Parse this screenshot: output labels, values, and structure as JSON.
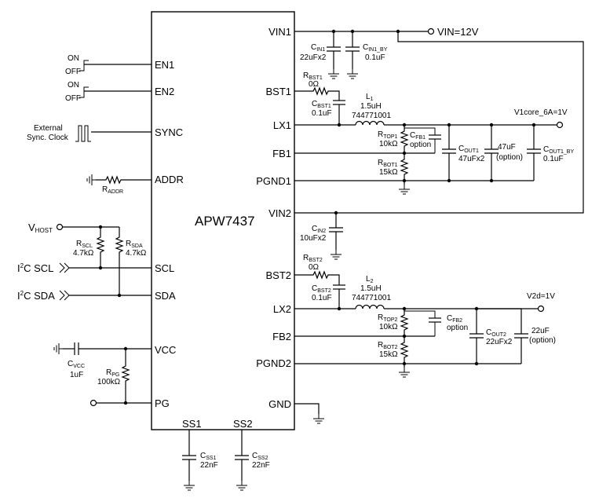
{
  "chip": {
    "name": "APW7437",
    "left_pins": [
      "EN1",
      "EN2",
      "SYNC",
      "ADDR",
      "SCL",
      "SDA",
      "VCC",
      "PG"
    ],
    "right_pins": [
      "VIN1",
      "BST1",
      "LX1",
      "FB1",
      "PGND1",
      "VIN2",
      "BST2",
      "LX2",
      "FB2",
      "PGND2",
      "GND"
    ],
    "bottom_pins": [
      "SS1",
      "SS2"
    ]
  },
  "labels": {
    "vin": "VIN=12V",
    "v1core": "V1core_6A=1V",
    "v2d": "V2d=1V",
    "on": "ON",
    "off": "OFF",
    "ext_sync_1": "External",
    "ext_sync_2": "Sync. Clock",
    "vhost_main": "V",
    "vhost_sub": "HOST",
    "i2c_scl_i": "I",
    "i2c_scl_sup": "2",
    "i2c_scl_rest": "C SCL",
    "i2c_sda_i": "I",
    "i2c_sda_sup": "2",
    "i2c_sda_rest": "C SDA"
  },
  "components": {
    "cin1": {
      "main": "C",
      "sub": "IN1",
      "value": "22uFx2"
    },
    "cin1_by": {
      "main": "C",
      "sub": "IN1_BY",
      "value": "0.1uF"
    },
    "rbst1": {
      "main": "R",
      "sub": "BST1",
      "value": "0Ω"
    },
    "cbst1": {
      "main": "C",
      "sub": "BST1",
      "value": "0.1uF"
    },
    "l1": {
      "main": "L",
      "sub": "1",
      "value": "1.5uH",
      "part": "744771001"
    },
    "rtop1": {
      "main": "R",
      "sub": "TOP1",
      "value": "10kΩ"
    },
    "cfb1": {
      "main": "C",
      "sub": "FB1",
      "value": "option"
    },
    "rbot1": {
      "main": "R",
      "sub": "BOT1",
      "value": "15kΩ"
    },
    "cout1": {
      "main": "C",
      "sub": "OUT1",
      "value": "47uFx2"
    },
    "cout1_opt": {
      "value": "47uF",
      "note": "(option)"
    },
    "cout1_by": {
      "main": "C",
      "sub": "OUT1_BY",
      "value": "0.1uF"
    },
    "cin2": {
      "main": "C",
      "sub": "IN2",
      "value": "10uFx2"
    },
    "rbst2": {
      "main": "R",
      "sub": "BST2",
      "value": "0Ω"
    },
    "cbst2": {
      "main": "C",
      "sub": "BST2",
      "value": "0.1uF"
    },
    "l2": {
      "main": "L",
      "sub": "2",
      "value": "1.5uH",
      "part": "744771001"
    },
    "rtop2": {
      "main": "R",
      "sub": "TOP2",
      "value": "10kΩ"
    },
    "cfb2": {
      "main": "C",
      "sub": "FB2",
      "value": "option"
    },
    "rbot2": {
      "main": "R",
      "sub": "BOT2",
      "value": "15kΩ"
    },
    "cout2": {
      "main": "C",
      "sub": "OUT2",
      "value": "22uFx2"
    },
    "cout2_opt": {
      "value": "22uF",
      "note": "(option)"
    },
    "raddr": {
      "main": "R",
      "sub": "ADDR"
    },
    "rscl": {
      "main": "R",
      "sub": "SCL",
      "value": "4.7kΩ"
    },
    "rsda": {
      "main": "R",
      "sub": "SDA",
      "value": "4.7kΩ"
    },
    "cvcc": {
      "main": "C",
      "sub": "VCC",
      "value": "1uF"
    },
    "rpg": {
      "main": "R",
      "sub": "PG",
      "value": "100kΩ"
    },
    "css1": {
      "main": "C",
      "sub": "SS1",
      "value": "22nF"
    },
    "css2": {
      "main": "C",
      "sub": "SS2",
      "value": "22nF"
    }
  }
}
